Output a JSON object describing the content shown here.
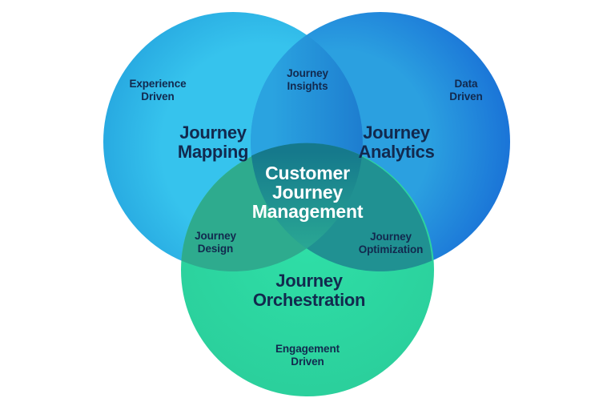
{
  "background": "#ffffff",
  "text_colors": {
    "dark": "#12294E",
    "light": "#ffffff"
  },
  "center": {
    "label": "Customer\nJourney\nManagement",
    "color_top": "#15798C",
    "color_bottom": "#2AA894"
  },
  "circles": {
    "mapping": {
      "title": "Journey\nMapping",
      "subtitle": "Experience\nDriven",
      "color_inner": "#36C3ED",
      "color_outer": "#229FDC"
    },
    "analytics": {
      "title": "Journey\nAnalytics",
      "subtitle": "Data\nDriven",
      "color_inner": "#2BA0E0",
      "color_outer": "#1463D4"
    },
    "orchestration": {
      "title": "Journey\nOrchestration",
      "subtitle": "Engagement\nDriven",
      "color_inner": "#2FDFA7",
      "color_outer": "#2ACD9A"
    }
  },
  "overlaps": {
    "insights": {
      "label": "Journey\nInsights",
      "color_left": "#2AA3E0",
      "color_right": "#1E7ED0"
    },
    "design": {
      "label": "Journey\nDesign",
      "color": "#2EAB8E"
    },
    "optimization": {
      "label": "Journey\nOptimization",
      "color": "#209192"
    }
  }
}
